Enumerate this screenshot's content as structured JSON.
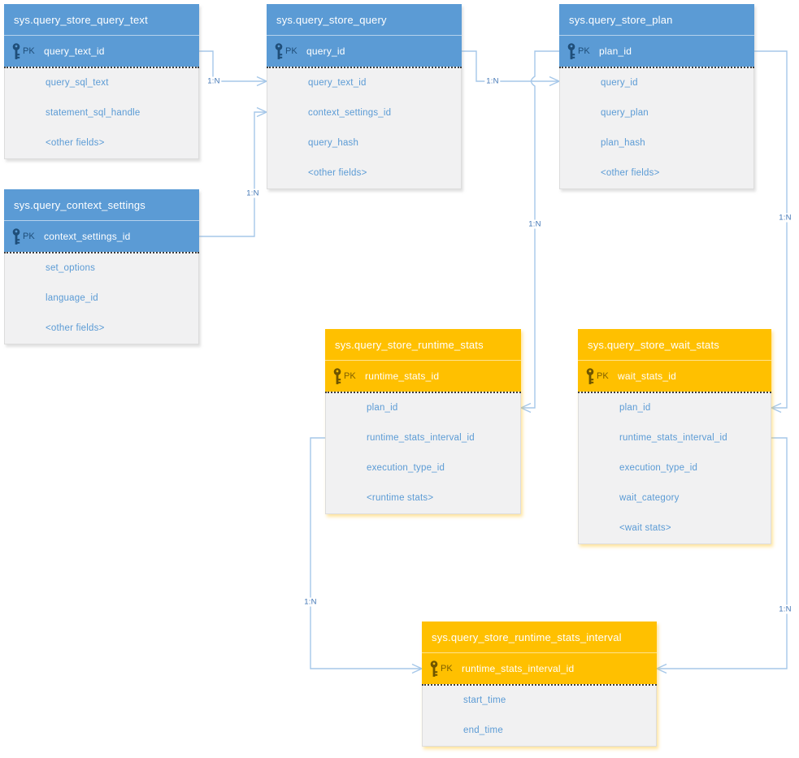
{
  "diagram": {
    "kind": "entity-relationship-diagram",
    "cardinality_label": "1:N"
  },
  "colors": {
    "table_header_blue": "#5B9BD5",
    "table_header_orange": "#FFC000",
    "field_text_blue": "#5B9BD5",
    "connector_blue": "#A5C7E9",
    "body_background": "#F1F1F2"
  },
  "tables": [
    {
      "name": "sys.query_store_query_text",
      "theme": "blue",
      "pk_label": "PK",
      "pk_field": "query_text_id",
      "fields": [
        "query_sql_text",
        "statement_sql_handle",
        "<other fields>"
      ]
    },
    {
      "name": "sys.query_store_query",
      "theme": "blue",
      "pk_label": "PK",
      "pk_field": "query_id",
      "fields": [
        "query_text_id",
        "context_settings_id",
        "query_hash",
        "<other fields>"
      ]
    },
    {
      "name": "sys.query_store_plan",
      "theme": "blue",
      "pk_label": "PK",
      "pk_field": "plan_id",
      "fields": [
        "query_id",
        "query_plan",
        "plan_hash",
        "<other fields>"
      ]
    },
    {
      "name": "sys.query_context_settings",
      "theme": "blue",
      "pk_label": "PK",
      "pk_field": "context_settings_id",
      "fields": [
        "set_options",
        "language_id",
        "<other fields>"
      ]
    },
    {
      "name": "sys.query_store_runtime_stats",
      "theme": "orange",
      "pk_label": "PK",
      "pk_field": "runtime_stats_id",
      "fields": [
        "plan_id",
        "runtime_stats_interval_id",
        "execution_type_id",
        "<runtime stats>"
      ]
    },
    {
      "name": "sys.query_store_wait_stats",
      "theme": "orange",
      "pk_label": "PK",
      "pk_field": "wait_stats_id",
      "fields": [
        "plan_id",
        "runtime_stats_interval_id",
        "execution_type_id",
        "wait_category",
        "<wait stats>"
      ]
    },
    {
      "name": "sys.query_store_runtime_stats_interval",
      "theme": "orange",
      "pk_label": "PK",
      "pk_field": "runtime_stats_interval_id",
      "fields": [
        "start_time",
        "end_time"
      ]
    }
  ],
  "connectors": [
    {
      "label": "1:N",
      "from": "sys.query_store_query_text.query_text_id",
      "to": "sys.query_store_query.query_text_id"
    },
    {
      "label": "1:N",
      "from": "sys.query_context_settings.context_settings_id",
      "to": "sys.query_store_query.context_settings_id"
    },
    {
      "label": "1:N",
      "from": "sys.query_store_query.query_id",
      "to": "sys.query_store_plan.query_id"
    },
    {
      "label": "1:N",
      "from": "sys.query_store_plan.plan_id",
      "to": "sys.query_store_runtime_stats.plan_id"
    },
    {
      "label": "1:N",
      "from": "sys.query_store_plan.plan_id",
      "to": "sys.query_store_wait_stats.plan_id"
    },
    {
      "label": "1:N",
      "from": "sys.query_store_runtime_stats.runtime_stats_interval_id",
      "to": "sys.query_store_runtime_stats_interval.runtime_stats_interval_id"
    },
    {
      "label": "1:N",
      "from": "sys.query_store_wait_stats.runtime_stats_interval_id",
      "to": "sys.query_store_runtime_stats_interval.runtime_stats_interval_id"
    }
  ]
}
